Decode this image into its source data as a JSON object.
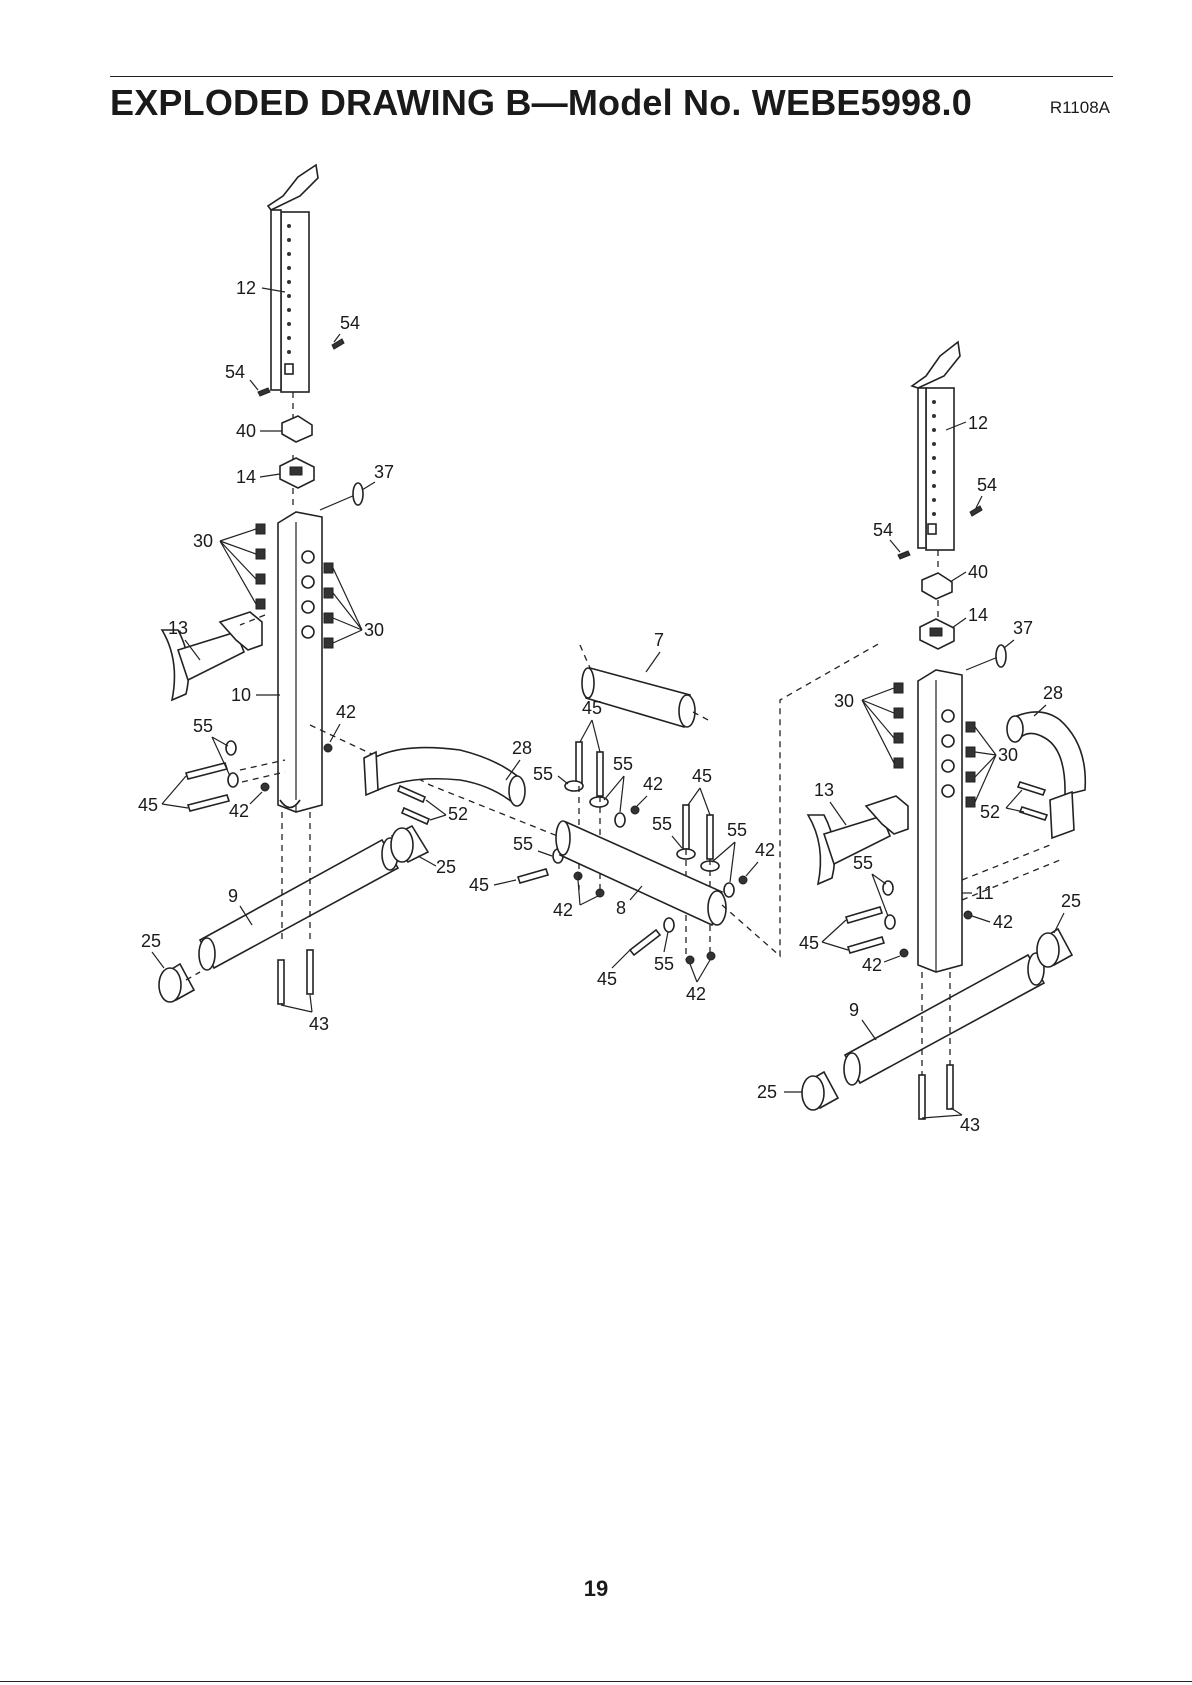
{
  "header": {
    "title": "EXPLODED DRAWING B—Model No. WEBE5998.0",
    "code": "R1108A"
  },
  "footer": {
    "page_number": "19"
  },
  "callouts": {
    "left": {
      "c12": "12",
      "c54a": "54",
      "c54b": "54",
      "c40": "40",
      "c14": "14",
      "c37": "37",
      "c30a": "30",
      "c30b": "30",
      "c13": "13",
      "c10": "10",
      "c55": "55",
      "c42a": "42",
      "c45": "45",
      "c42b": "42",
      "c52": "52",
      "c28": "28",
      "c25a": "25",
      "c9": "9",
      "c25b": "25",
      "c43": "43"
    },
    "center": {
      "c7": "7",
      "c45a": "45",
      "c55a": "55",
      "c55b": "55",
      "c42a": "42",
      "c45b": "45",
      "c55c": "55",
      "c55d": "55",
      "c42b": "42",
      "c55e": "55",
      "c45c": "45",
      "c42c": "42",
      "c8": "8",
      "c45d": "45",
      "c55f": "55",
      "c42d": "42"
    },
    "right": {
      "c12": "12",
      "c54a": "54",
      "c54b": "54",
      "c40": "40",
      "c14": "14",
      "c37": "37",
      "c28": "28",
      "c30a": "30",
      "c30b": "30",
      "c13": "13",
      "c52": "52",
      "c55": "55",
      "c11": "11",
      "c42a": "42",
      "c25a": "25",
      "c45": "45",
      "c42b": "42",
      "c9": "9",
      "c25b": "25",
      "c43": "43"
    }
  }
}
